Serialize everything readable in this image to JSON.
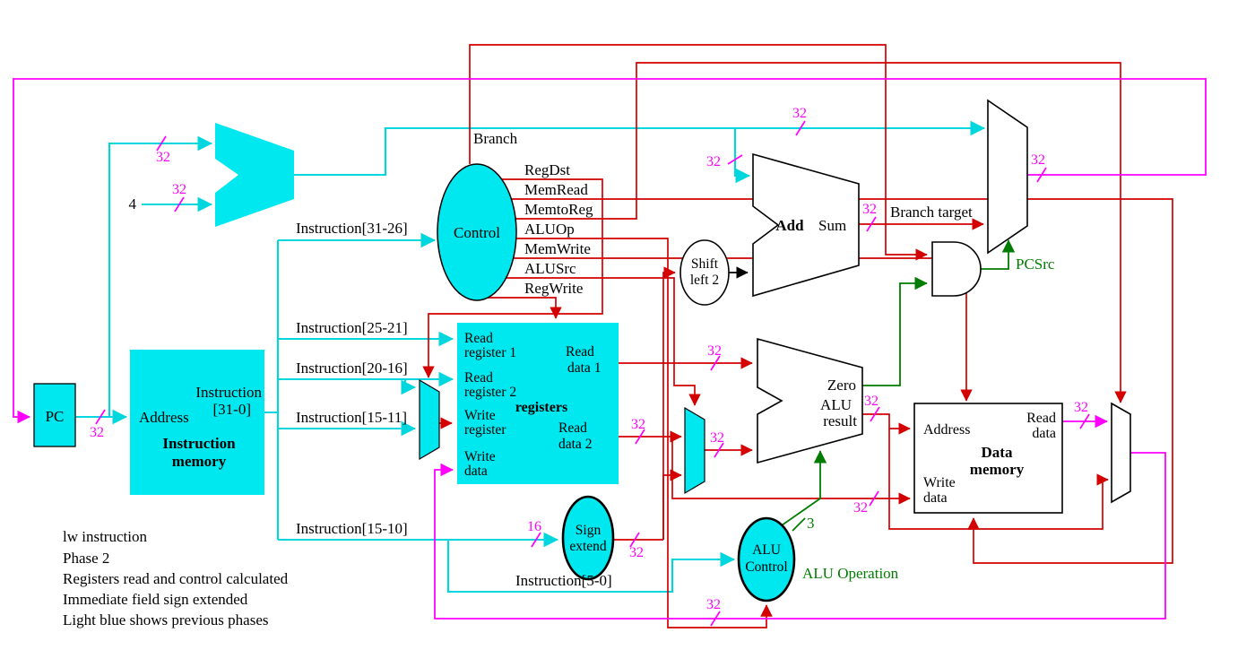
{
  "colors": {
    "previous_phase_fill": "#00e8ef",
    "previous_phase_wire": "#00d6de",
    "current_phase_wire": "#d40000",
    "bus_width_label": "#ff00ff",
    "control_green": "#007c00"
  },
  "caption": {
    "l1": "lw instruction",
    "l2": "Phase 2",
    "l3": "Registers read and control calculated",
    "l4": "Immediate field sign extended",
    "l5": "Light blue shows previous phases"
  },
  "pc": {
    "label": "PC"
  },
  "imem": {
    "address": "Address",
    "out1": "Instruction",
    "out2": "[31-0]",
    "name1": "Instruction",
    "name2": "memory"
  },
  "four": {
    "label": "4"
  },
  "control": {
    "label": "Control",
    "signals": {
      "branch": "Branch",
      "regdst": "RegDst",
      "memread": "MemRead",
      "memtoreg": "MemtoReg",
      "aluop": "ALUOp",
      "memwrite": "MemWrite",
      "alusrc": "ALUSrc",
      "regwrite": "RegWrite"
    }
  },
  "fields": {
    "f31_26": "Instruction[31-26]",
    "f25_21": "Instruction[25-21]",
    "f20_16": "Instruction[20-16]",
    "f15_11": "Instruction[15-11]",
    "f15_10": "Instruction[15-10]",
    "f5_0": "Instruction[5-0]"
  },
  "regs": {
    "rr1a": "Read",
    "rr1b": "register 1",
    "rr2a": "Read",
    "rr2b": "register 2",
    "wra": "Write",
    "wrb": "register",
    "wda": "Write",
    "wdb": "data",
    "rd1a": "Read",
    "rd1b": "data 1",
    "rd2a": "Read",
    "rd2b": "data 2",
    "name": "registers"
  },
  "signext": {
    "l1": "Sign",
    "l2": "extend"
  },
  "shift": {
    "l1": "Shift",
    "l2": "left 2"
  },
  "add": {
    "name": "Add",
    "sum": "Sum"
  },
  "alu": {
    "zero": "Zero",
    "res1": "ALU",
    "res2": "result"
  },
  "dmem": {
    "address": "Address",
    "rd1": "Read",
    "rd2": "data",
    "name1": "Data",
    "name2": "memory",
    "wd1": "Write",
    "wd2": "data"
  },
  "aluctl": {
    "l1": "ALU",
    "l2": "Control"
  },
  "green": {
    "pcsrc": "PCSrc",
    "aluop": "ALU Operation"
  },
  "misc": {
    "branch_target": "Branch target"
  },
  "bus": {
    "b32": "32",
    "b16": "16",
    "b3": "3"
  }
}
